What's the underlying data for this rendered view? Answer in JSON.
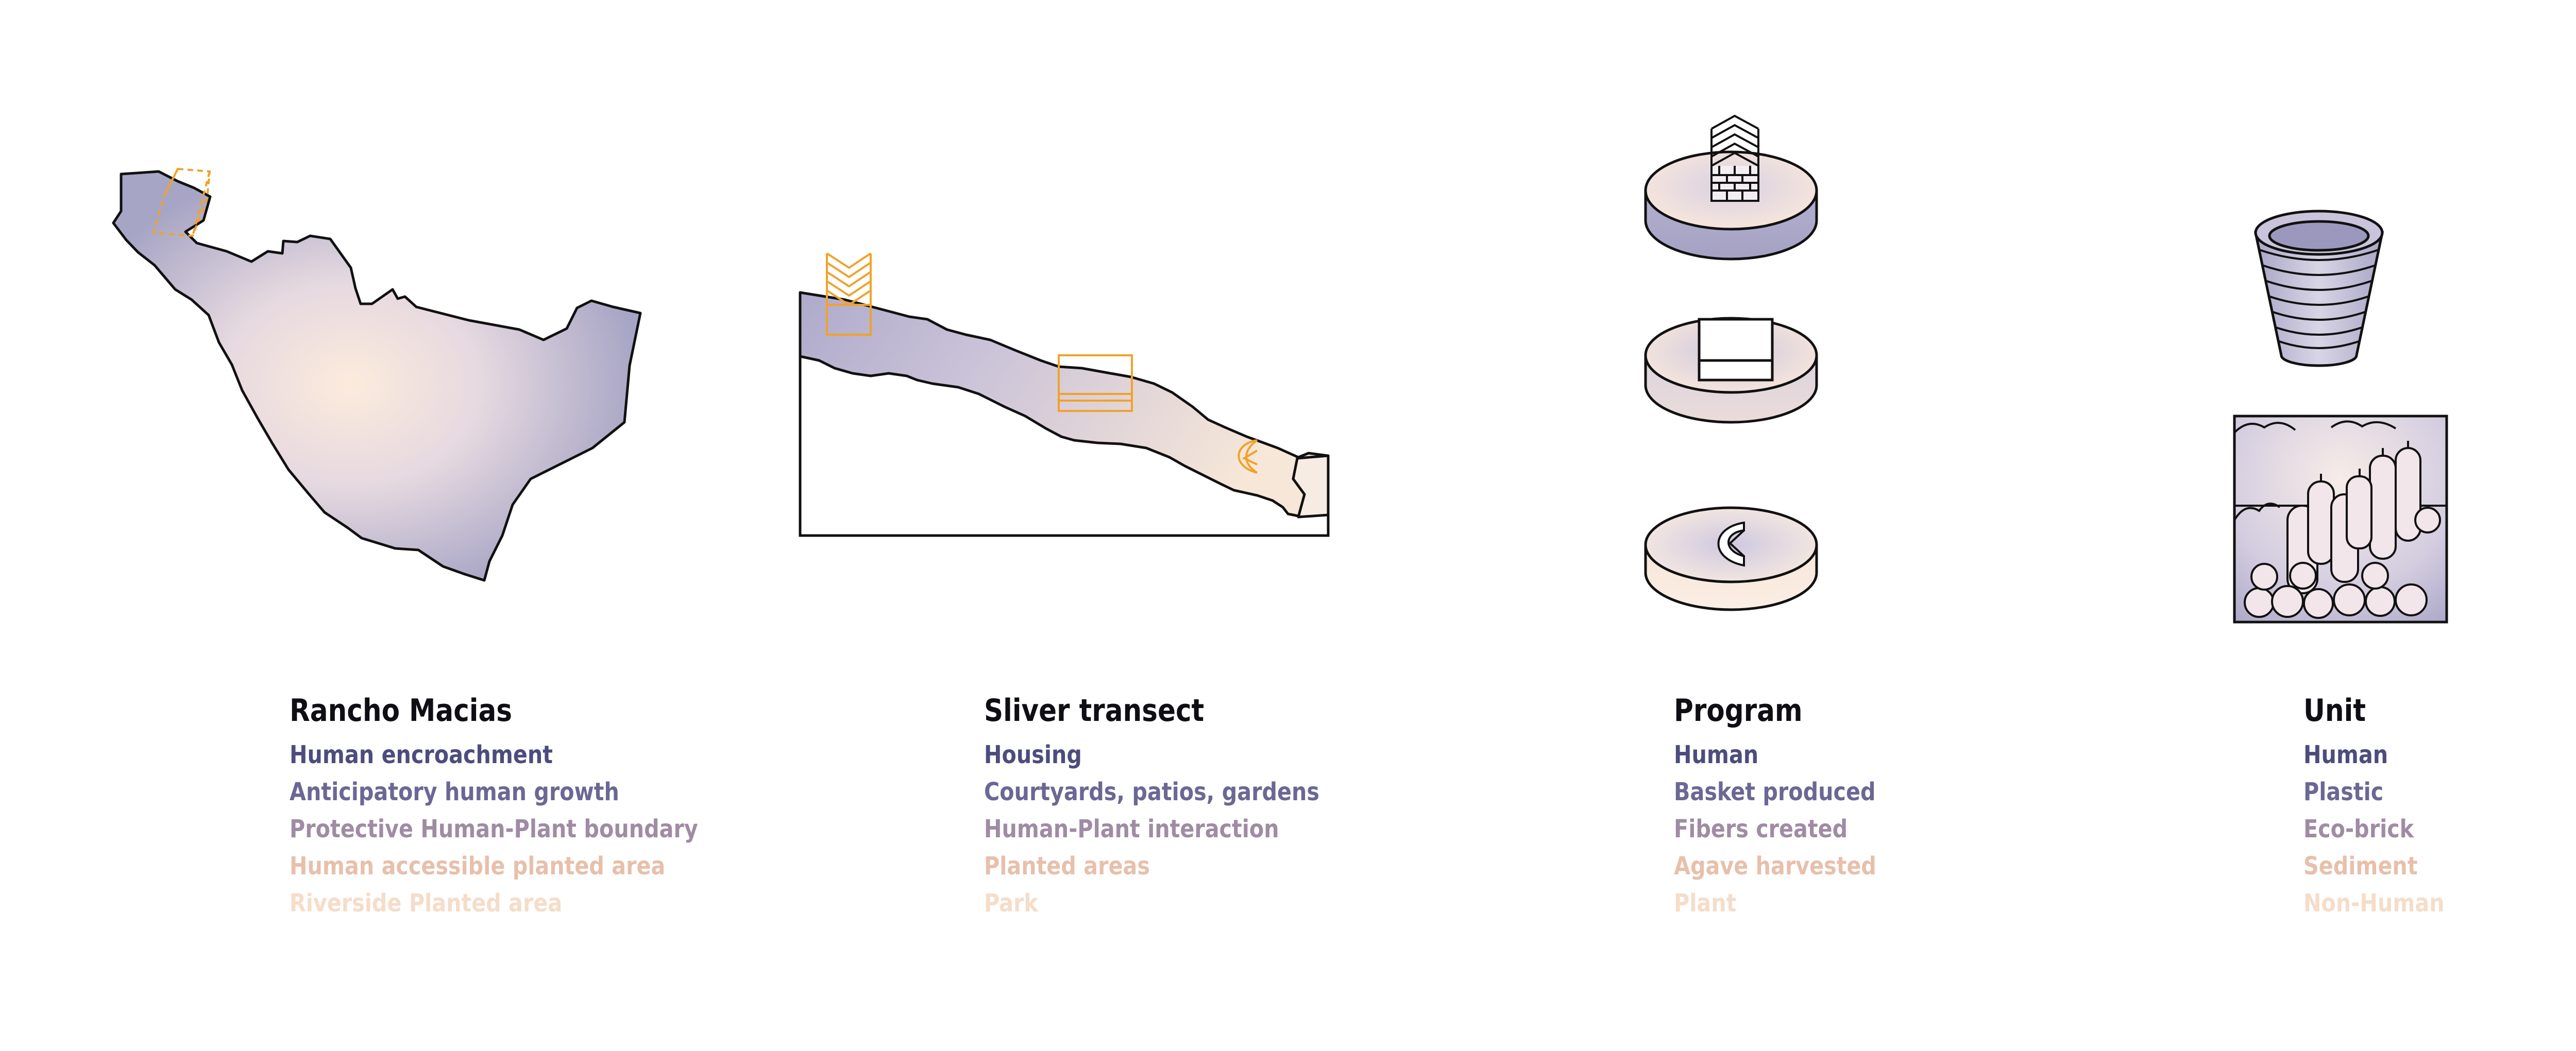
{
  "palette": [
    "#4c4c7d",
    "#6b6795",
    "#a08ba4",
    "#e7c0ab",
    "#f5ddc9"
  ],
  "accent": "#f0a22b",
  "columns": [
    {
      "title": "Rancho Macias",
      "items": [
        "Human encroachment",
        "Anticipatory human growth",
        "Protective Human-Plant boundary",
        "Human accessible planted area",
        "Riverside Planted area"
      ]
    },
    {
      "title": "Sliver transect",
      "items": [
        "Housing",
        "Courtyards, patios, gardens",
        "Human-Plant interaction",
        "Planted areas",
        "Park"
      ]
    },
    {
      "title": "Program",
      "items": [
        "Human",
        "Basket produced",
        "Fibers created",
        "Agave harvested",
        "Plant"
      ]
    },
    {
      "title": "Unit",
      "items": [
        "Human",
        "Plastic",
        "Eco-brick",
        "Sediment",
        "Non-Human"
      ]
    }
  ]
}
